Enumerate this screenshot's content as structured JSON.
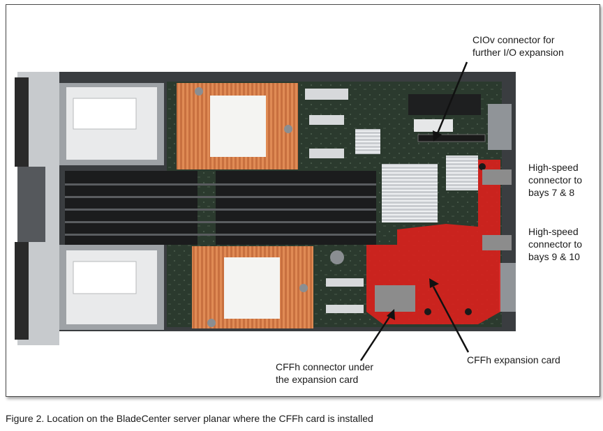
{
  "callouts": {
    "ciov_line1": "CIOv connector for",
    "ciov_line2": "further I/O expansion",
    "hs78_line1": "High-speed",
    "hs78_line2": "connector to",
    "hs78_line3": "bays 7 & 8",
    "hs910_line1": "High-speed",
    "hs910_line2": "connector to",
    "hs910_line3": "bays 9 & 10",
    "cffh_card": "CFFh expansion card",
    "cffh_conn_line1": "CFFh connector under",
    "cffh_conn_line2": "the expansion card"
  },
  "caption": "Figure 2. Location on the BladeCenter server planar where the CFFh card is installed",
  "colors": {
    "expansion_card": "#e0201c",
    "connector_marker": "#8c8c8c",
    "board": "#2b3a2e",
    "heatsink": "#c8703f",
    "frame_border": "#4a4a4a"
  }
}
